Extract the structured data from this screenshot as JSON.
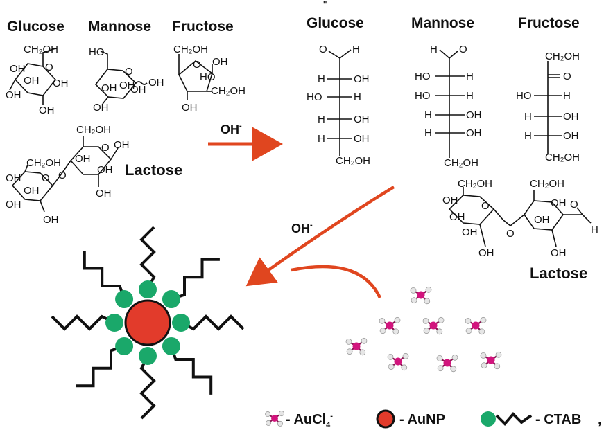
{
  "titles": {
    "glucose_left": "Glucose",
    "mannose_left": "Mannose",
    "fructose_left": "Fructose",
    "lactose_left": "Lactose",
    "glucose_right": "Glucose",
    "mannose_right": "Mannose",
    "fructose_right": "Fructose",
    "lactose_right": "Lactose",
    "stray_mark": "\""
  },
  "reagent": {
    "oh_top": "OH",
    "oh_bottom": "OH",
    "charge": "-"
  },
  "groups": {
    "oh": "OH",
    "ho": "HO",
    "h": "H",
    "o": "O",
    "ch2oh": "CH2OH"
  },
  "legend": {
    "aucl4_prefix": "- AuCl",
    "aucl4_sub": "4",
    "aucl4_sup": "-",
    "aunp": "- AuNP",
    "ctab": "- CTAB",
    "trailing_mark": ","
  },
  "colors": {
    "arrow": "#e0461f",
    "nanoparticle": "#e23b2b",
    "ctab_head": "#1aa86a",
    "gold_center": "#d2147d",
    "chloride": "#e6e6e6"
  }
}
